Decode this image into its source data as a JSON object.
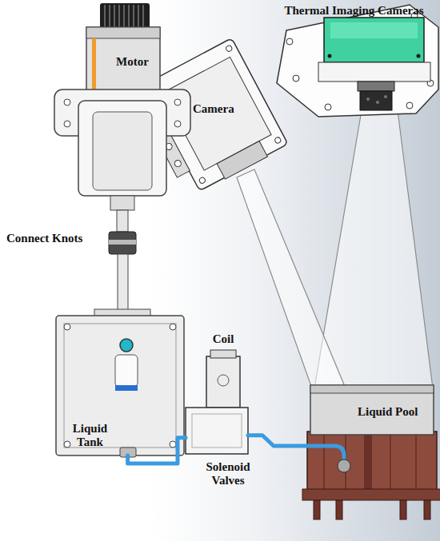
{
  "diagram": {
    "nodes": [
      {
        "text": [
          "Thermal Imaging Cameras"
        ]
      },
      {
        "text": [
          "Motor"
        ]
      },
      {
        "text": [
          "Camera"
        ]
      },
      {
        "text": [
          "Coil"
        ]
      },
      {
        "text": [
          "Liquid Tank"
        ]
      },
      {
        "text": [
          "Solenoid Valves"
        ]
      },
      {
        "text": [
          "Liquid Pool"
        ]
      }
    ],
    "edges": [
      {
        "from": 4,
        "to": 5,
        "arrow": "none"
      },
      {
        "from": 5,
        "to": 6,
        "arrow": "none"
      }
    ],
    "labels": [
      "Connect Knots"
    ]
  }
}
